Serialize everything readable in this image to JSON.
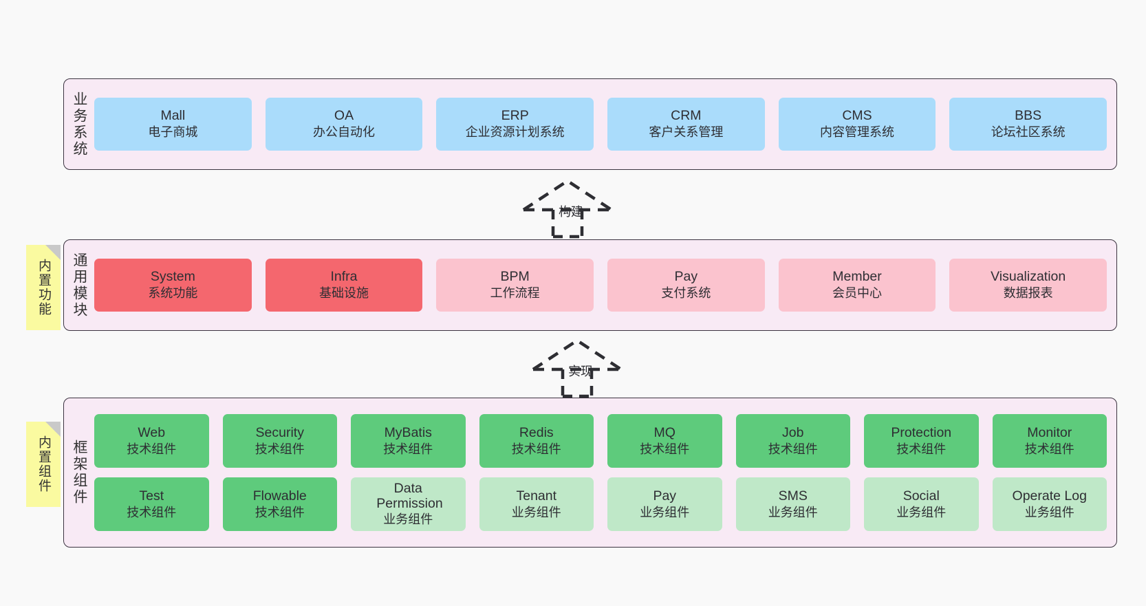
{
  "diagram": {
    "background_color": "#f9f9f9",
    "layer_fill": "#f8eaf5",
    "layer_border": "#3b3340",
    "sticky_fill": "#fafaa0",
    "sticky_fold": "#c9c9c9"
  },
  "layers": [
    {
      "id": "business-system",
      "title": "业务系统",
      "sticky": null,
      "rows": [
        {
          "nodes": [
            {
              "title": "Mall",
              "subtitle": "电子商城",
              "color": "#aadcfb",
              "color_class": "c-blue"
            },
            {
              "title": "OA",
              "subtitle": "办公自动化",
              "color": "#aadcfb",
              "color_class": "c-blue"
            },
            {
              "title": "ERP",
              "subtitle": "企业资源计划系统",
              "color": "#aadcfb",
              "color_class": "c-blue"
            },
            {
              "title": "CRM",
              "subtitle": "客户关系管理",
              "color": "#aadcfb",
              "color_class": "c-blue"
            },
            {
              "title": "CMS",
              "subtitle": "内容管理系统",
              "color": "#aadcfb",
              "color_class": "c-blue"
            },
            {
              "title": "BBS",
              "subtitle": "论坛社区系统",
              "color": "#aadcfb",
              "color_class": "c-blue"
            }
          ]
        }
      ]
    },
    {
      "id": "common-module",
      "title": "通用模块",
      "sticky": "内置功能",
      "rows": [
        {
          "nodes": [
            {
              "title": "System",
              "subtitle": "系统功能",
              "color": "#f4676e",
              "color_class": "c-red"
            },
            {
              "title": "Infra",
              "subtitle": "基础设施",
              "color": "#f4676e",
              "color_class": "c-red"
            },
            {
              "title": "BPM",
              "subtitle": "工作流程",
              "color": "#fbc3ce",
              "color_class": "c-pink"
            },
            {
              "title": "Pay",
              "subtitle": "支付系统",
              "color": "#fbc3ce",
              "color_class": "c-pink"
            },
            {
              "title": "Member",
              "subtitle": "会员中心",
              "color": "#fbc3ce",
              "color_class": "c-pink"
            },
            {
              "title": "Visualization",
              "subtitle": "数据报表",
              "color": "#fbc3ce",
              "color_class": "c-pink"
            }
          ]
        }
      ]
    },
    {
      "id": "framework-component",
      "title": "框架组件",
      "sticky": "内置组件",
      "rows": [
        {
          "nodes": [
            {
              "title": "Web",
              "subtitle": "技术组件",
              "color": "#5ecb7c",
              "color_class": "c-green"
            },
            {
              "title": "Security",
              "subtitle": "技术组件",
              "color": "#5ecb7c",
              "color_class": "c-green"
            },
            {
              "title": "MyBatis",
              "subtitle": "技术组件",
              "color": "#5ecb7c",
              "color_class": "c-green"
            },
            {
              "title": "Redis",
              "subtitle": "技术组件",
              "color": "#5ecb7c",
              "color_class": "c-green"
            },
            {
              "title": "MQ",
              "subtitle": "技术组件",
              "color": "#5ecb7c",
              "color_class": "c-green"
            },
            {
              "title": "Job",
              "subtitle": "技术组件",
              "color": "#5ecb7c",
              "color_class": "c-green"
            },
            {
              "title": "Protection",
              "subtitle": "技术组件",
              "color": "#5ecb7c",
              "color_class": "c-green"
            },
            {
              "title": "Monitor",
              "subtitle": "技术组件",
              "color": "#5ecb7c",
              "color_class": "c-green"
            }
          ]
        },
        {
          "nodes": [
            {
              "title": "Test",
              "subtitle": "技术组件",
              "color": "#5ecb7c",
              "color_class": "c-green"
            },
            {
              "title": "Flowable",
              "subtitle": "技术组件",
              "color": "#5ecb7c",
              "color_class": "c-green"
            },
            {
              "title": "Data Permission",
              "subtitle": "业务组件",
              "color": "#bfe8c8",
              "color_class": "c-lightgreen"
            },
            {
              "title": "Tenant",
              "subtitle": "业务组件",
              "color": "#bfe8c8",
              "color_class": "c-lightgreen"
            },
            {
              "title": "Pay",
              "subtitle": "业务组件",
              "color": "#bfe8c8",
              "color_class": "c-lightgreen"
            },
            {
              "title": "SMS",
              "subtitle": "业务组件",
              "color": "#bfe8c8",
              "color_class": "c-lightgreen"
            },
            {
              "title": "Social",
              "subtitle": "业务组件",
              "color": "#bfe8c8",
              "color_class": "c-lightgreen"
            },
            {
              "title": "Operate Log",
              "subtitle": "业务组件",
              "color": "#bfe8c8",
              "color_class": "c-lightgreen"
            }
          ]
        }
      ]
    }
  ],
  "connectors": [
    {
      "id": "build",
      "label": "构建",
      "from": "common-module",
      "to": "business-system",
      "style": "dashed-generalization"
    },
    {
      "id": "implement",
      "label": "实现",
      "from": "framework-component",
      "to": "common-module",
      "style": "dashed-generalization"
    }
  ]
}
